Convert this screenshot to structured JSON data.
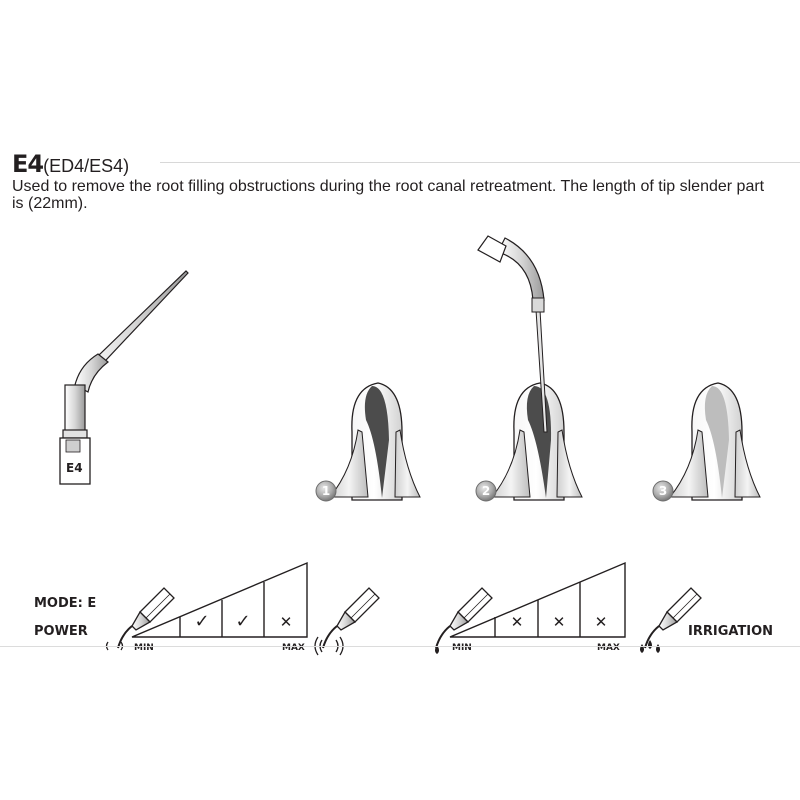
{
  "header": {
    "model_code": "E4",
    "model_alternates": "(ED4/ES4)",
    "description": "Used to remove the root filling obstructions during the root canal retreatment. The length of tip slender part is (22mm)."
  },
  "tip_label": "E4",
  "steps": [
    "1",
    "2",
    "3"
  ],
  "settings": {
    "mode_label": "MODE: E",
    "power_label": "POWER",
    "irrigation_label": "IRRIGATION",
    "power_scale": {
      "min_label": "MIN",
      "max_label": "MAX",
      "marks": [
        "",
        "✓",
        "✓",
        "✕"
      ]
    },
    "irrigation_scale": {
      "min_label": "MIN",
      "max_label": "MAX",
      "marks": [
        "",
        "✕",
        "✕",
        "✕"
      ]
    }
  },
  "icons": [
    "scaler-tip-icon",
    "handpiece-icon",
    "tooth-cross-section-icon",
    "vibration-icon",
    "water-drop-icon"
  ]
}
